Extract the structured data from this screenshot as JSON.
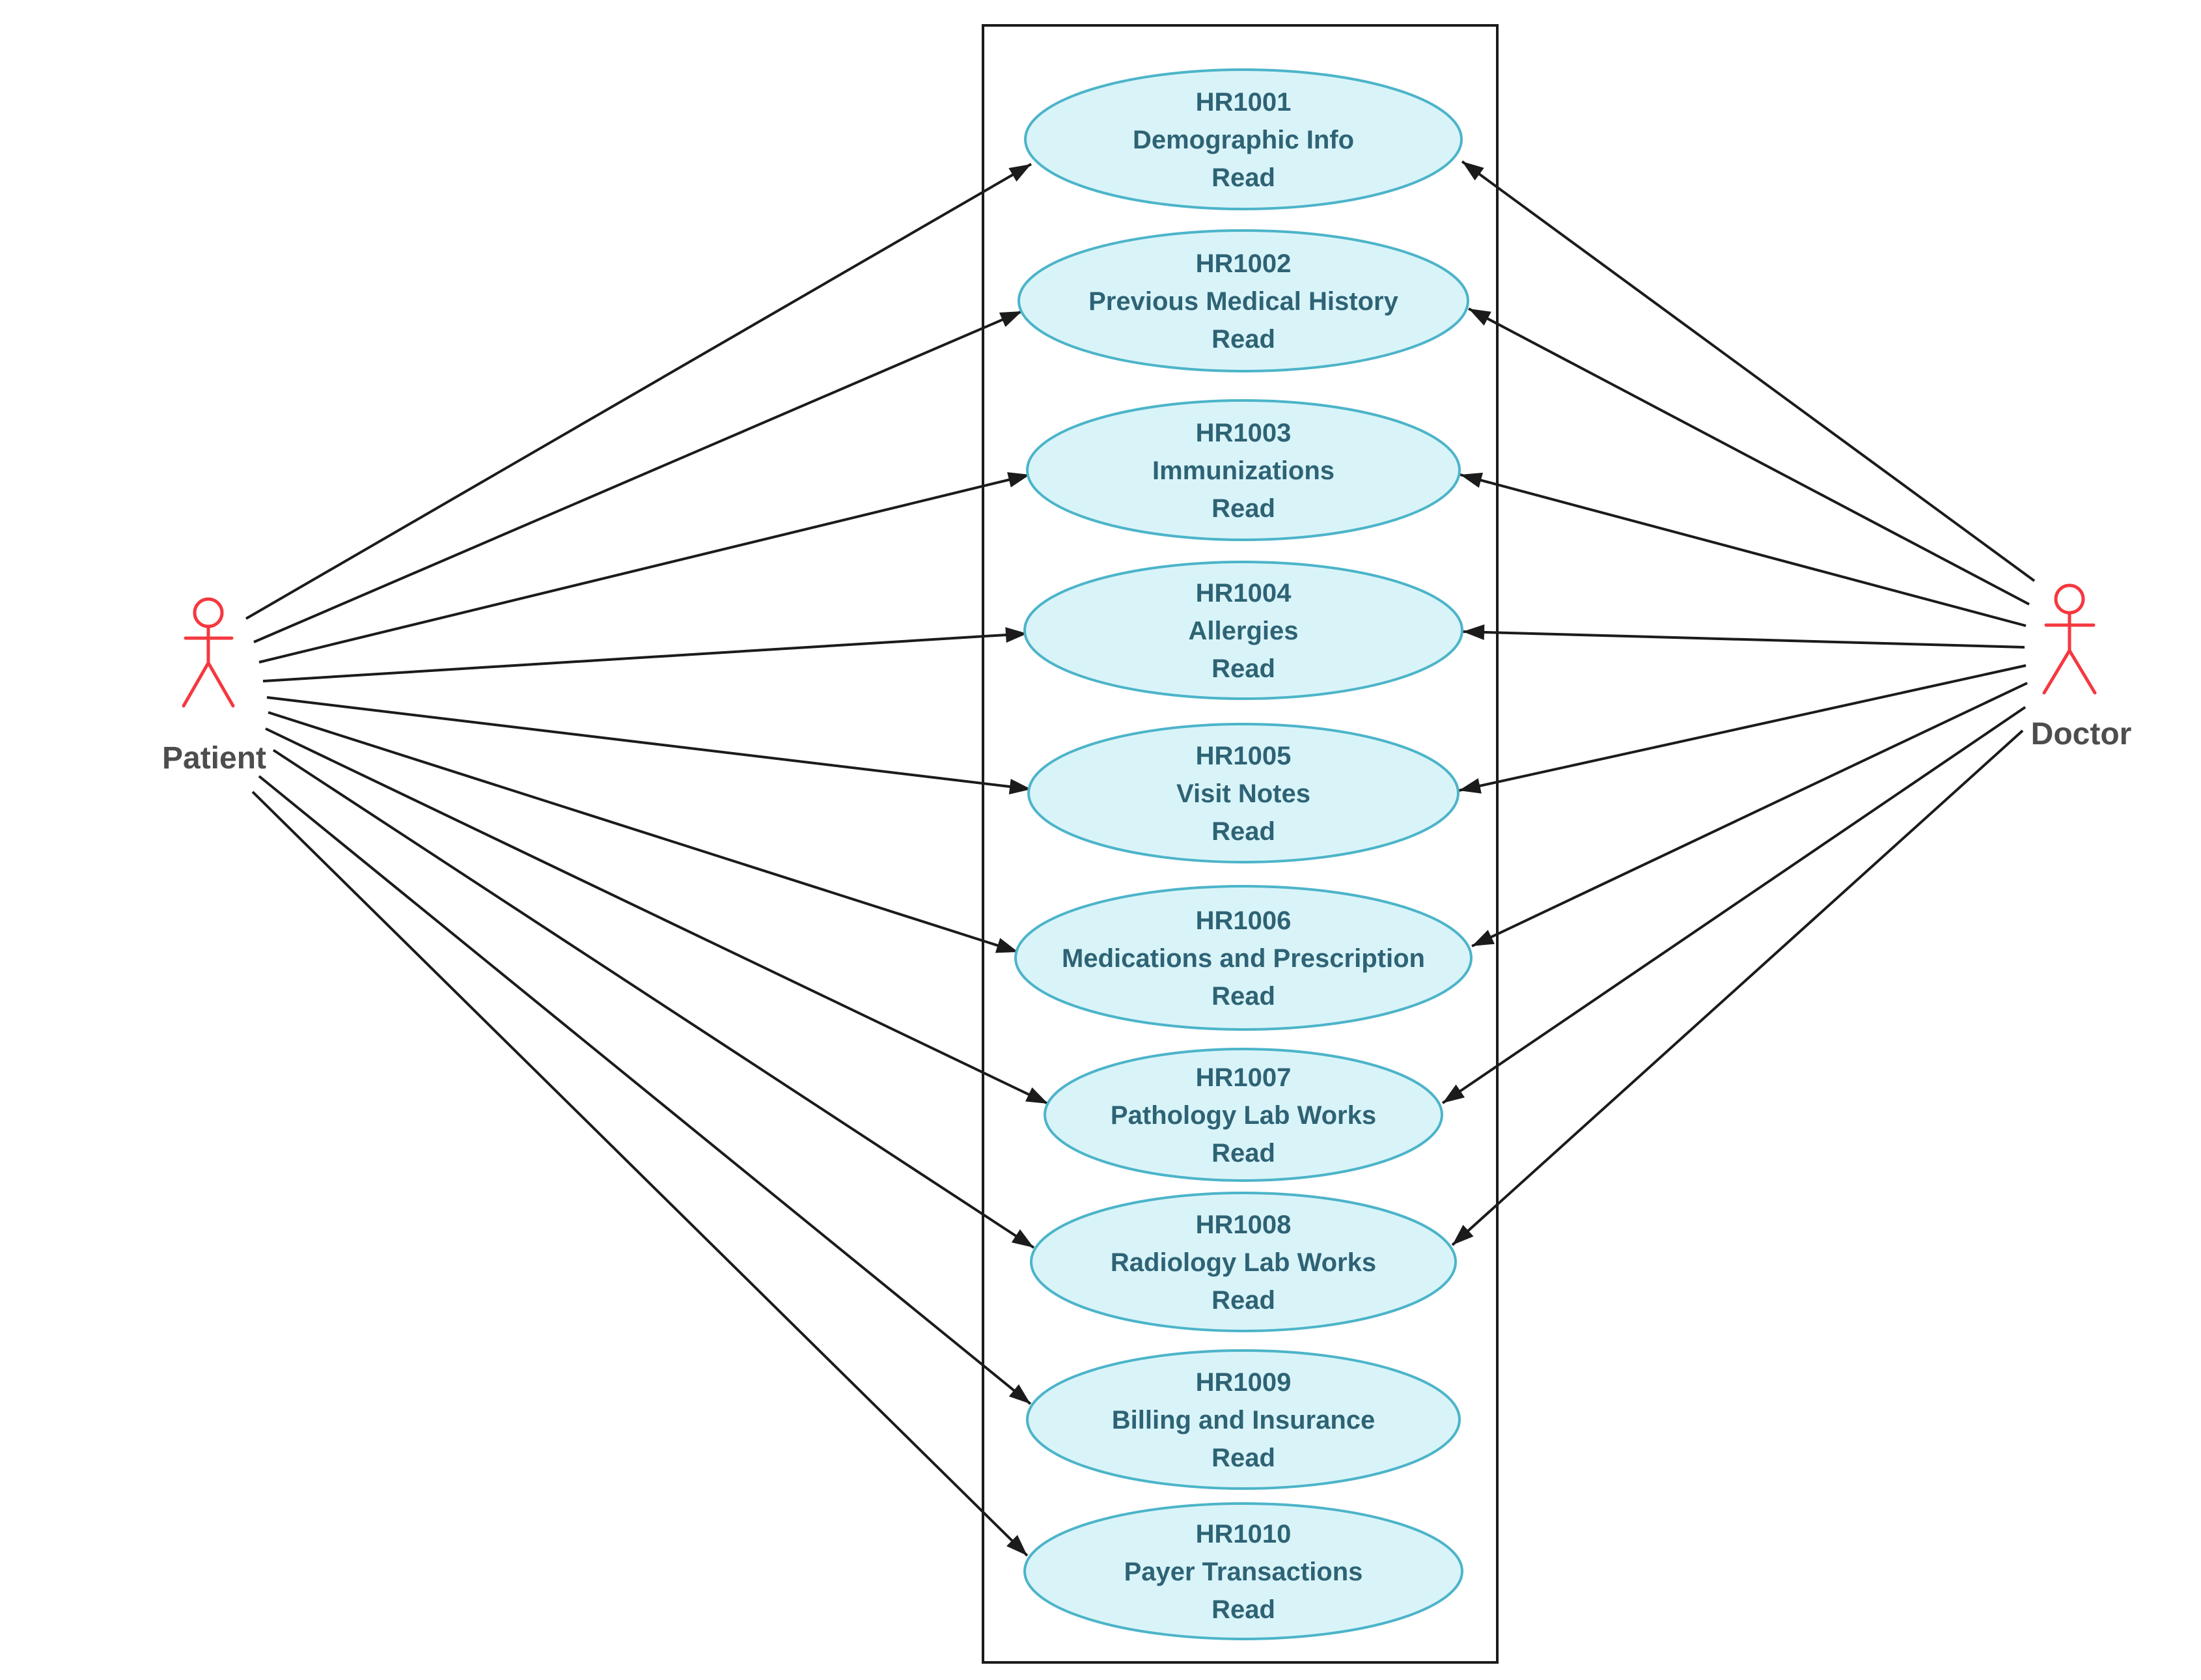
{
  "diagram_type": "uml-use-case",
  "actors": [
    {
      "id": "patient",
      "label": "Patient",
      "side": "left"
    },
    {
      "id": "doctor",
      "label": "Doctor",
      "side": "right"
    }
  ],
  "use_cases": [
    {
      "id": "HR1001",
      "name": "Demographic Info",
      "action": "Read"
    },
    {
      "id": "HR1002",
      "name": "Previous Medical History",
      "action": "Read"
    },
    {
      "id": "HR1003",
      "name": "Immunizations",
      "action": "Read"
    },
    {
      "id": "HR1004",
      "name": "Allergies",
      "action": "Read"
    },
    {
      "id": "HR1005",
      "name": "Visit Notes",
      "action": "Read"
    },
    {
      "id": "HR1006",
      "name": "Medications and Prescription",
      "action": "Read"
    },
    {
      "id": "HR1007",
      "name": "Pathology Lab Works",
      "action": "Read"
    },
    {
      "id": "HR1008",
      "name": "Radiology Lab Works",
      "action": "Read"
    },
    {
      "id": "HR1009",
      "name": "Billing and Insurance",
      "action": "Read"
    },
    {
      "id": "HR1010",
      "name": "Payer Transactions",
      "action": "Read"
    }
  ],
  "connections": [
    {
      "from": "Patient",
      "to": [
        "HR1001",
        "HR1002",
        "HR1003",
        "HR1004",
        "HR1005",
        "HR1006",
        "HR1007",
        "HR1008",
        "HR1009",
        "HR1010"
      ]
    },
    {
      "from": "Doctor",
      "to": [
        "HR1001",
        "HR1002",
        "HR1003",
        "HR1004",
        "HR1005",
        "HR1006",
        "HR1007",
        "HR1008"
      ]
    }
  ],
  "colors": {
    "background": "#ffffff",
    "actor": "#f5383f",
    "actor_label": "#4d4d4d",
    "usecase_fill": "#d9f4f9",
    "usecase_stroke": "#4cb4c9",
    "usecase_text": "#2e6375",
    "edge": "#1b1b1b",
    "boundary": "#1b1b1b"
  }
}
